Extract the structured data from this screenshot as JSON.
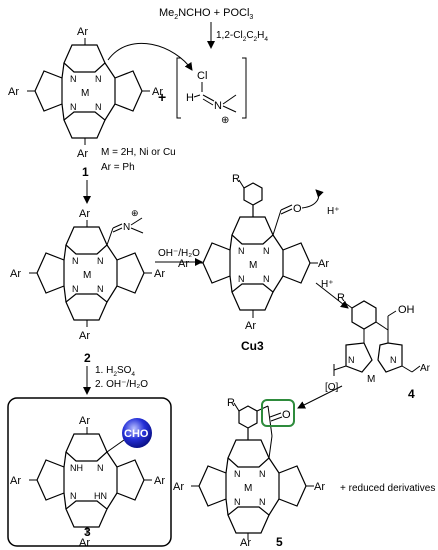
{
  "reagents_top": {
    "line1_a": "Me",
    "line1_b": "2",
    "line1_c": "NCHO",
    "line1_d": " + POCl",
    "line1_e": "3",
    "line2_a": "1,2-Cl",
    "line2_b": "2",
    "line2_c": "C",
    "line2_d": "2",
    "line2_e": "H",
    "line2_f": "4"
  },
  "vilsmeier": {
    "cl": "Cl",
    "h": "H",
    "n": "N",
    "plus": "⊕"
  },
  "plus_sign": "+",
  "porphyrin_1": {
    "ar": "Ar",
    "m": "M",
    "n": "N",
    "label": "1",
    "note_m": "M = 2H, Ni or Cu",
    "note_ar": "Ar = Ph"
  },
  "porphyrin_2": {
    "ar": "Ar",
    "m": "M",
    "n": "N",
    "label": "2",
    "n_plus": "N",
    "plus": "⊕"
  },
  "conditions_2_to_cu3": "OH⁻/H₂O",
  "cu3": {
    "r": "R",
    "ar": "Ar",
    "m": "M",
    "n": "N",
    "label": "Cu3",
    "o": "O",
    "hplus": "H⁺"
  },
  "conditions_cu3_to_4": "H⁺",
  "cmpd_4": {
    "r": "R",
    "oh": "OH",
    "m": "M",
    "n": "N",
    "ar": "Ar",
    "label": "4"
  },
  "conditions_4_to_5": "[O]",
  "conditions_2_to_3": {
    "step1_a": "1. H",
    "step1_b": "2",
    "step1_c": "SO",
    "step1_d": "4",
    "step2": "2. OH⁻/H₂O"
  },
  "cmpd_3": {
    "ar": "Ar",
    "n": "N",
    "nh": "NH",
    "hn": "HN",
    "cho": "CHO",
    "label": "3"
  },
  "cmpd_5": {
    "r": "R",
    "ar": "Ar",
    "m": "M",
    "n": "N",
    "o": "O",
    "label": "5",
    "extra": "+ reduced derivatives"
  },
  "colors": {
    "cho_sphere": "#2530d8",
    "ketone_box": "#2e8b3c"
  }
}
